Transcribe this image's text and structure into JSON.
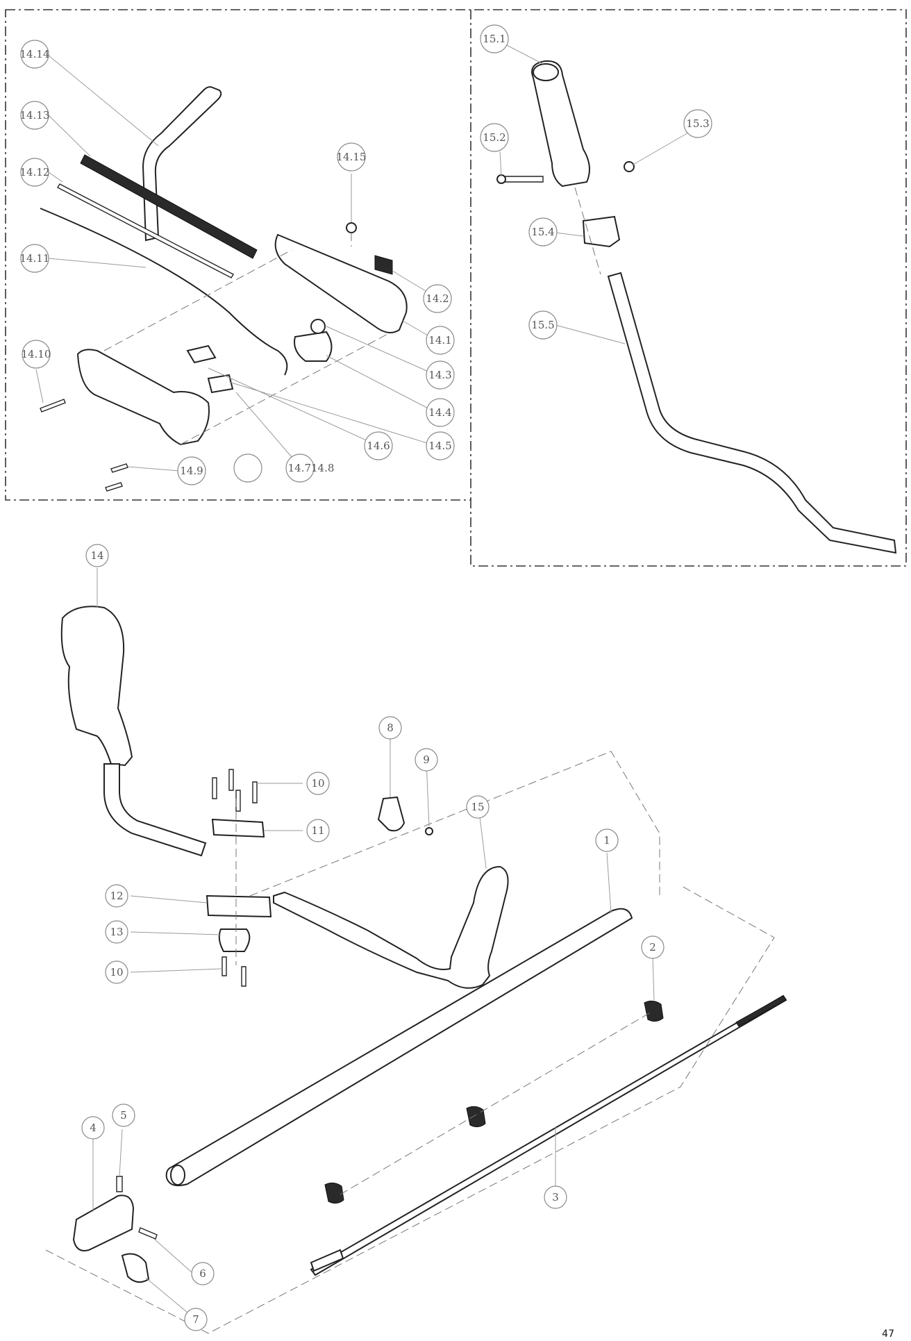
{
  "page_number": "47",
  "callouts": {
    "c14_14": "14.14",
    "c14_13": "14.13",
    "c14_12": "14.12",
    "c14_11": "14.11",
    "c14_10": "14.10",
    "c14_15": "14.15",
    "c14_2": "14.2",
    "c14_1": "14.1",
    "c14_3": "14.3",
    "c14_4": "14.4",
    "c14_5": "14.5",
    "c14_6": "14.6",
    "c14_78": "14.714.8",
    "c14_9": "14.9",
    "c15_1": "15.1",
    "c15_2": "15.2",
    "c15_3": "15.3",
    "c15_4": "15.4",
    "c15_5": "15.5",
    "c14": "14",
    "c10a": "10",
    "c11": "11",
    "c8": "8",
    "c9": "9",
    "c15": "15",
    "c12": "12",
    "c13": "13",
    "c10b": "10",
    "c1": "1",
    "c2": "2",
    "c3": "3",
    "c4": "4",
    "c5": "5",
    "c6": "6",
    "c7": "7"
  }
}
